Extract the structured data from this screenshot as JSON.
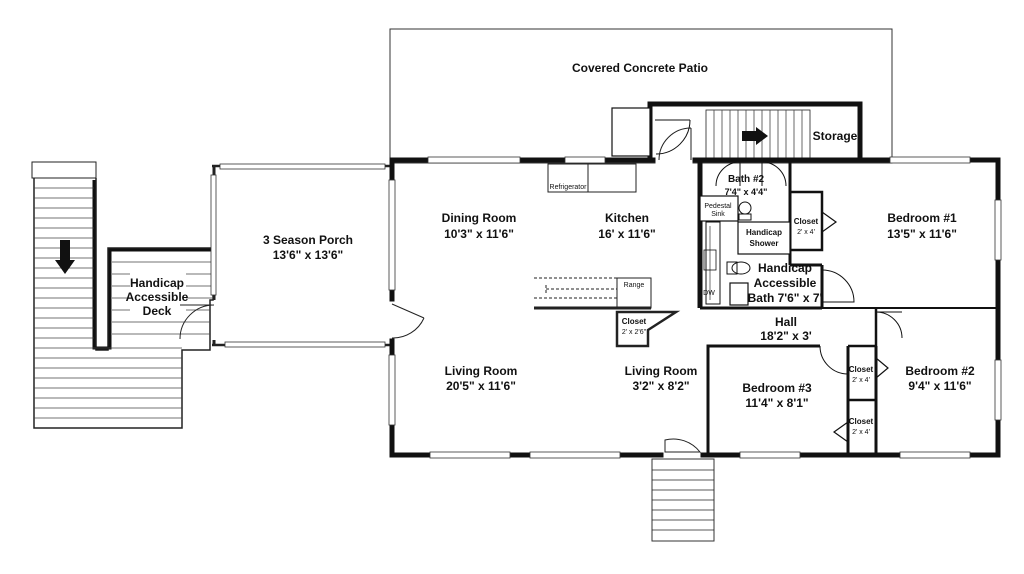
{
  "rooms": {
    "patio": {
      "name": "Covered Concrete Patio"
    },
    "storage": {
      "name": "Storage"
    },
    "porch": {
      "name": "3 Season Porch",
      "size": "13'6\" x 13'6\""
    },
    "deck": {
      "line1": "Handicap",
      "line2": "Accessible",
      "line3": "Deck"
    },
    "dining": {
      "name": "Dining Room",
      "size": "10'3\" x 11'6\""
    },
    "kitchen": {
      "name": "Kitchen",
      "size": "16' x 11'6\""
    },
    "bath2": {
      "name": "Bath #2",
      "size": "7'4\" x 4'4\""
    },
    "bedroom1": {
      "name": "Bedroom #1",
      "size": "13'5\" x 11'6\""
    },
    "handicap_bath": {
      "line1": "Handicap",
      "line2": "Accessible",
      "line3": "Bath 7'6\" x 7'"
    },
    "hall": {
      "name": "Hall",
      "size": "18'2\" x 3'"
    },
    "living1": {
      "name": "Living Room",
      "size": "20'5\" x 11'6\""
    },
    "living2": {
      "name": "Living Room",
      "size": "3'2\" x 8'2\""
    },
    "bedroom3": {
      "name": "Bedroom #3",
      "size": "11'4\" x 8'1\""
    },
    "bedroom2": {
      "name": "Bedroom #2",
      "size": "9'4\" x 11'6\""
    }
  },
  "fixtures": {
    "refrigerator": "Refrigerator",
    "range": "Range",
    "pedestal_sink_1": "Pedestal",
    "pedestal_sink_2": "Sink",
    "shower_1": "Handicap",
    "shower_2": "Shower",
    "dw": "DW"
  },
  "closets": {
    "bath_closet": {
      "name": "Closet",
      "size": "2' x 4'"
    },
    "kitchen_closet": {
      "name": "Closet",
      "size": "2' x 2'6\""
    },
    "hall_closet_upper": {
      "name": "Closet",
      "size": "2' x 4'"
    },
    "hall_closet_lower": {
      "name": "Closet",
      "size": "2' x 4'"
    }
  }
}
